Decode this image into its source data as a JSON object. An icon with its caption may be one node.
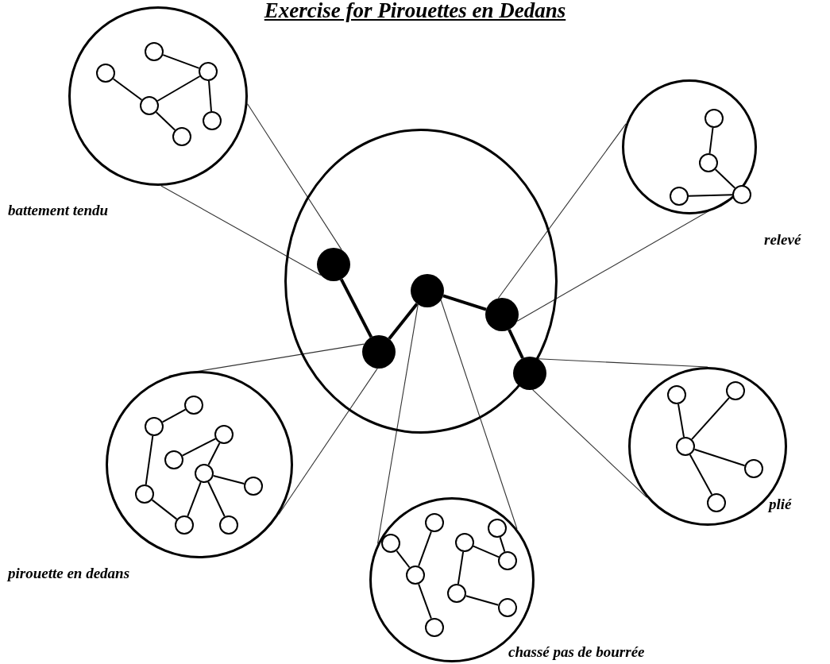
{
  "diagram": {
    "title": "Exercise for Pirouettes en Dedans",
    "nodes": [
      {
        "text": [],
        "shape": "circle"
      },
      {
        "text": [],
        "shape": "circle",
        "in": 0
      },
      {
        "text": [],
        "shape": "circle",
        "in": 0
      },
      {
        "text": [],
        "shape": "circle",
        "in": 0
      },
      {
        "text": [],
        "shape": "circle",
        "in": 0
      },
      {
        "text": [],
        "shape": "circle",
        "in": 0
      },
      {
        "text": [],
        "shape": "circle",
        "beside": [
          "battement tendu"
        ]
      },
      {
        "text": [],
        "shape": "circle",
        "in": 6
      },
      {
        "text": [],
        "shape": "circle",
        "in": 6
      },
      {
        "text": [],
        "shape": "circle",
        "in": 6
      },
      {
        "text": [],
        "shape": "circle",
        "in": 6
      },
      {
        "text": [],
        "shape": "circle",
        "in": 6
      },
      {
        "text": [],
        "shape": "circle",
        "in": 6
      },
      {
        "text": [],
        "shape": "circle",
        "beside": [
          "relevé"
        ]
      },
      {
        "text": [],
        "shape": "circle",
        "in": 13
      },
      {
        "text": [],
        "shape": "circle",
        "in": 13
      },
      {
        "text": [],
        "shape": "circle",
        "in": 13
      },
      {
        "text": [],
        "shape": "circle",
        "in": 13
      },
      {
        "text": [],
        "shape": "circle",
        "beside": [
          "pirouette en dedans"
        ]
      },
      {
        "text": [],
        "shape": "circle",
        "in": 18
      },
      {
        "text": [],
        "shape": "circle",
        "in": 18
      },
      {
        "text": [],
        "shape": "circle",
        "in": 18
      },
      {
        "text": [],
        "shape": "circle",
        "in": 18
      },
      {
        "text": [],
        "shape": "circle",
        "in": 18
      },
      {
        "text": [],
        "shape": "circle",
        "in": 18
      },
      {
        "text": [],
        "shape": "circle",
        "in": 18
      },
      {
        "text": [],
        "shape": "circle",
        "in": 18
      },
      {
        "text": [],
        "shape": "circle",
        "in": 18
      },
      {
        "text": [],
        "shape": "circle",
        "beside": [
          "chassé pas de bourrée"
        ]
      },
      {
        "text": [],
        "shape": "circle",
        "in": 28
      },
      {
        "text": [],
        "shape": "circle",
        "in": 28
      },
      {
        "text": [],
        "shape": "circle",
        "in": 28
      },
      {
        "text": [],
        "shape": "circle",
        "in": 28
      },
      {
        "text": [],
        "shape": "circle",
        "in": 28
      },
      {
        "text": [],
        "shape": "circle",
        "in": 28
      },
      {
        "text": [],
        "shape": "circle",
        "in": 28
      },
      {
        "text": [],
        "shape": "circle",
        "in": 28
      },
      {
        "text": [],
        "shape": "circle",
        "in": 28
      },
      {
        "text": [],
        "shape": "circle",
        "beside": [
          "plié"
        ]
      },
      {
        "text": [],
        "shape": "circle",
        "in": 38
      },
      {
        "text": [],
        "shape": "circle",
        "in": 38
      },
      {
        "text": [],
        "shape": "circle",
        "in": 38
      },
      {
        "text": [],
        "shape": "circle",
        "in": 38
      },
      {
        "text": [],
        "shape": "circle",
        "in": 38
      }
    ],
    "edges": [
      {
        "from": 1,
        "to": 2,
        "arrow": "none",
        "style": "thick"
      },
      {
        "from": 2,
        "to": 3,
        "arrow": "none",
        "style": "thick"
      },
      {
        "from": 3,
        "to": 4,
        "arrow": "none",
        "style": "thick"
      },
      {
        "from": 4,
        "to": 5,
        "arrow": "none",
        "style": "thick"
      },
      {
        "from": 6,
        "to": 1,
        "arrow": "none",
        "color": "#333333"
      },
      {
        "from": 6,
        "to": 1,
        "arrow": "none",
        "color": "#333333"
      },
      {
        "from": 13,
        "to": 4,
        "arrow": "none",
        "color": "#333333"
      },
      {
        "from": 13,
        "to": 4,
        "arrow": "none",
        "color": "#333333"
      },
      {
        "from": 18,
        "to": 2,
        "arrow": "none",
        "color": "#333333"
      },
      {
        "from": 18,
        "to": 2,
        "arrow": "none",
        "color": "#333333"
      },
      {
        "from": 28,
        "to": 3,
        "arrow": "none",
        "color": "#333333"
      },
      {
        "from": 28,
        "to": 3,
        "arrow": "none",
        "color": "#333333"
      },
      {
        "from": 38,
        "to": 5,
        "arrow": "none",
        "color": "#333333"
      },
      {
        "from": 38,
        "to": 5,
        "arrow": "none",
        "color": "#333333"
      },
      {
        "from": 7,
        "to": 9,
        "arrow": "none"
      },
      {
        "from": 8,
        "to": 10,
        "arrow": "none"
      },
      {
        "from": 10,
        "to": 9,
        "arrow": "none"
      },
      {
        "from": 9,
        "to": 11,
        "arrow": "none"
      },
      {
        "from": 10,
        "to": 12,
        "arrow": "none"
      },
      {
        "from": 14,
        "to": 15,
        "arrow": "none"
      },
      {
        "from": 15,
        "to": 16,
        "arrow": "none"
      },
      {
        "from": 17,
        "to": 16,
        "arrow": "none"
      },
      {
        "from": 19,
        "to": 20,
        "arrow": "none"
      },
      {
        "from": 20,
        "to": 25,
        "arrow": "none"
      },
      {
        "from": 25,
        "to": 26,
        "arrow": "none"
      },
      {
        "from": 26,
        "to": 23,
        "arrow": "none"
      },
      {
        "from": 23,
        "to": 21,
        "arrow": "none"
      },
      {
        "from": 21,
        "to": 22,
        "arrow": "none"
      },
      {
        "from": 23,
        "to": 24,
        "arrow": "none"
      },
      {
        "from": 23,
        "to": 27,
        "arrow": "none"
      },
      {
        "from": 29,
        "to": 34,
        "arrow": "none"
      },
      {
        "from": 30,
        "to": 34,
        "arrow": "none"
      },
      {
        "from": 34,
        "to": 37,
        "arrow": "none"
      },
      {
        "from": 31,
        "to": 35,
        "arrow": "none"
      },
      {
        "from": 31,
        "to": 33,
        "arrow": "none"
      },
      {
        "from": 32,
        "to": 33,
        "arrow": "none"
      },
      {
        "from": 35,
        "to": 36,
        "arrow": "none"
      },
      {
        "from": 39,
        "to": 41,
        "arrow": "none"
      },
      {
        "from": 40,
        "to": 41,
        "arrow": "none"
      },
      {
        "from": 41,
        "to": 42,
        "arrow": "none"
      },
      {
        "from": 41,
        "to": 43,
        "arrow": "none"
      }
    ]
  }
}
